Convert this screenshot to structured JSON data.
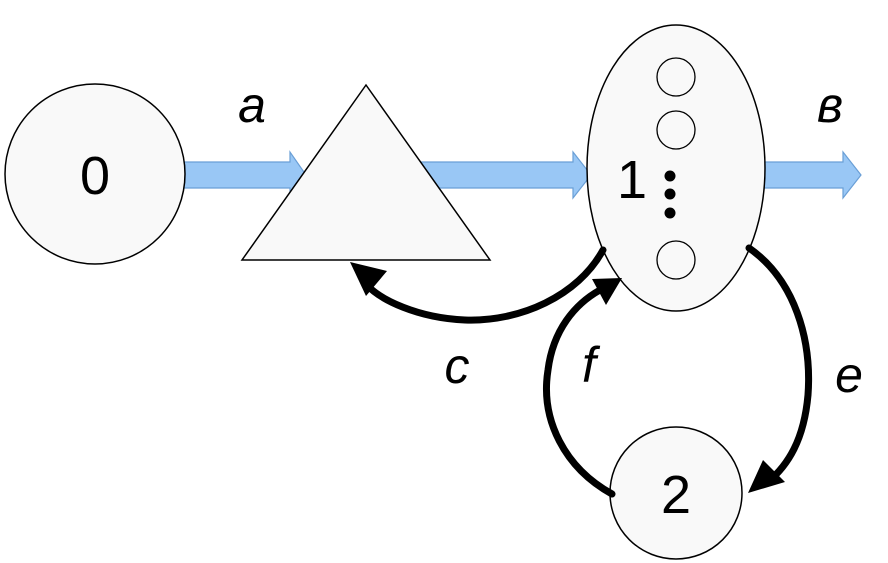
{
  "nodes": {
    "node0": "0",
    "node1": "1",
    "node2": "2"
  },
  "edges": {
    "a": "a",
    "b": "в",
    "c": "c",
    "e": "e",
    "f": "f"
  },
  "colors": {
    "flow_arrow": "#99c7f5",
    "shape_fill": "#f9f9f9",
    "stroke": "#000000"
  }
}
